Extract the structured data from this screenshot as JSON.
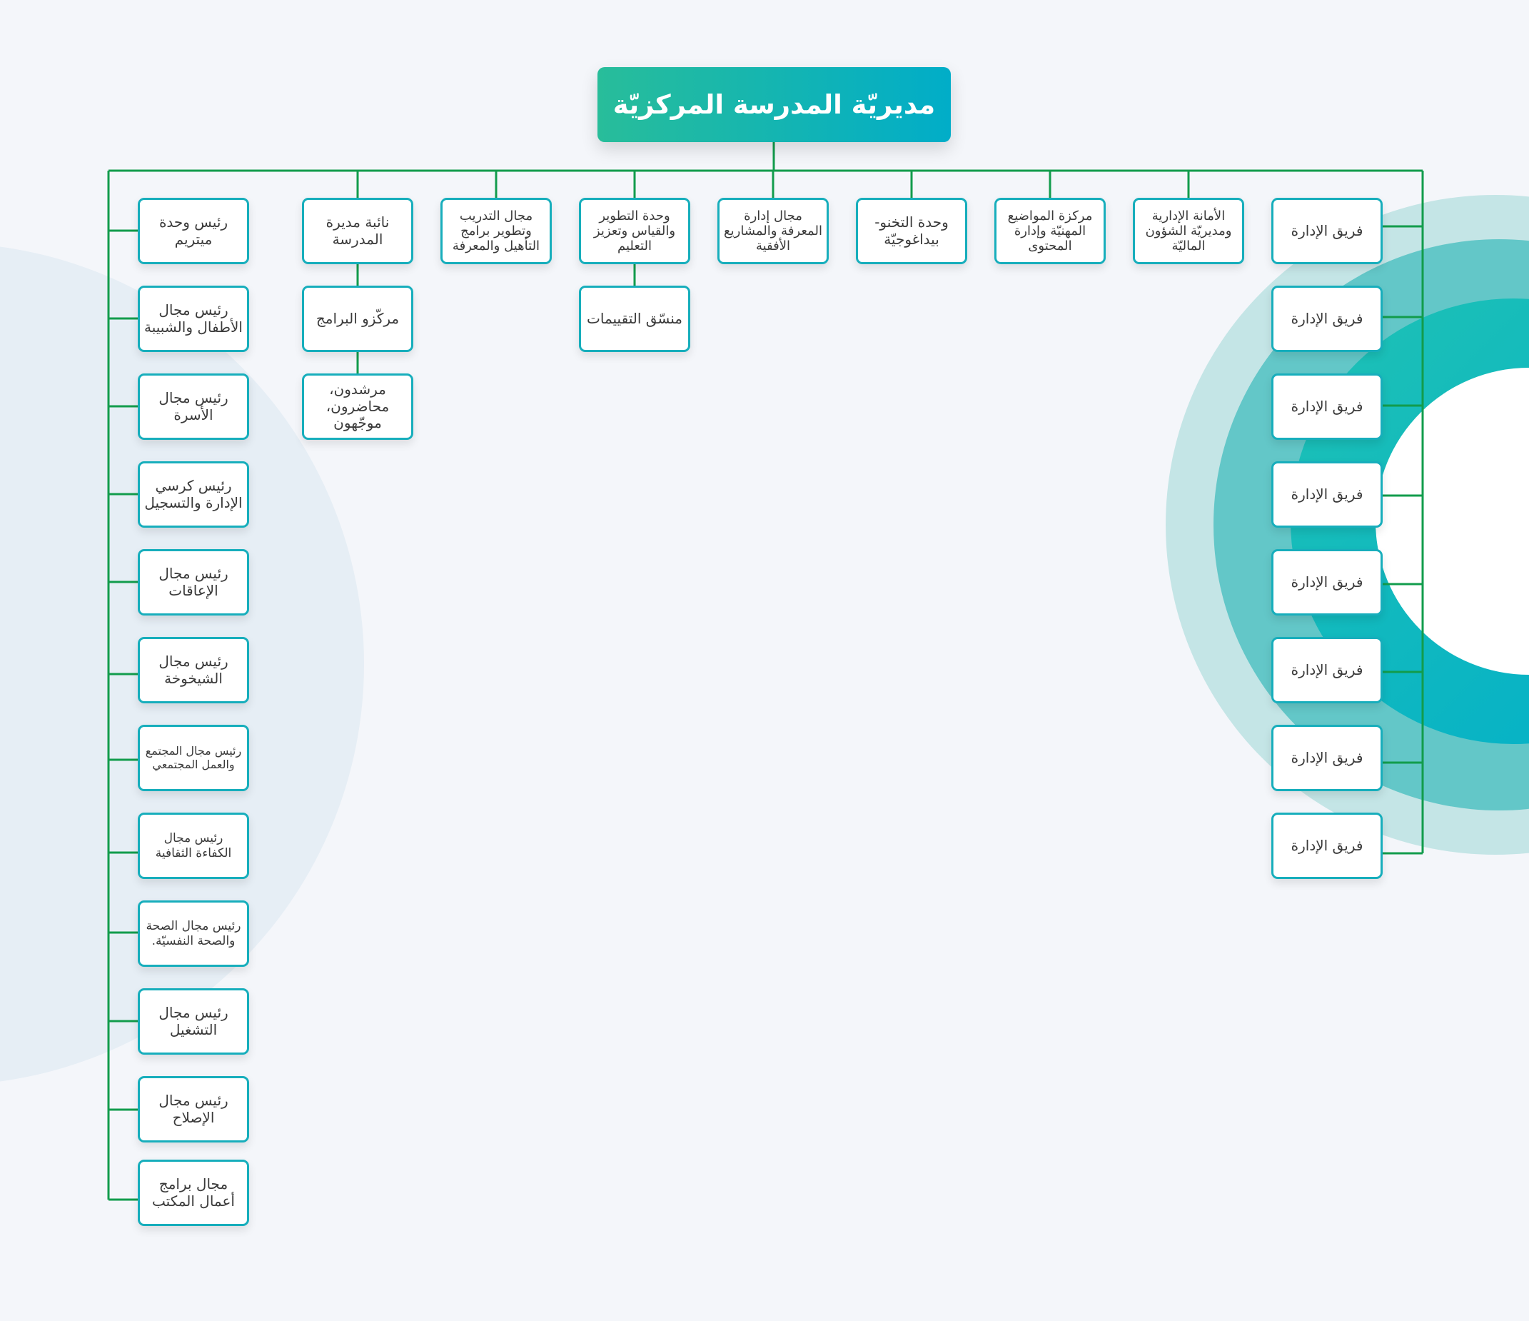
{
  "root": {
    "label": "مديريّة المدرسة المركزيّة"
  },
  "top_units": [
    "نائبة مديرة المدرسة",
    "مجال التدريب وتطوير برامج التأهيل والمعرفة",
    "وحدة التطوير والقياس وتعزيز التعليم",
    "مجال إدارة المعرفة والمشاريع الأفقية",
    "وحدة التخنو-بيداغوجيّة",
    "مركزة المواضيع المهنيّة وإدارة المحتوى",
    "الأمانة الإدارية ومديريّة الشؤون الماليّة"
  ],
  "deputy_children": [
    "مركّزو البرامج",
    "مرشدون، محاضرون، موجّهون"
  ],
  "development_children": [
    "منسّق التقييمات"
  ],
  "left_column": [
    "رئيس وحدة ميتريم",
    "رئيس مجال الأطفال والشبيبة",
    "رئيس مجال الأسرة",
    "رئيس كرسي الإدارة والتسجيل",
    "رئيس مجال الإعاقات",
    "رئيس مجال الشيخوخة",
    "رئيس مجال المجتمع والعمل المجتمعي",
    "رئيس مجال الكفاءة الثقافية",
    "رئيس مجال الصحة والصحة النفسيّة.",
    "رئيس مجال التشغيل",
    "رئيس مجال الإصلاح",
    "مجال برامج أعمال المكتب"
  ],
  "right_column": [
    "فريق الإدارة",
    "فريق الإدارة",
    "فريق الإدارة",
    "فريق الإدارة",
    "فريق الإدارة",
    "فريق الإدارة",
    "فريق الإدارة",
    "فريق الإدارة"
  ],
  "colors": {
    "line": "#129c4c",
    "box_border": "#17aebc",
    "root_gradient_start": "#28bd9a",
    "root_gradient_end": "#01adc8",
    "text": "#3a3a3a",
    "background": "#f4f6fa"
  }
}
